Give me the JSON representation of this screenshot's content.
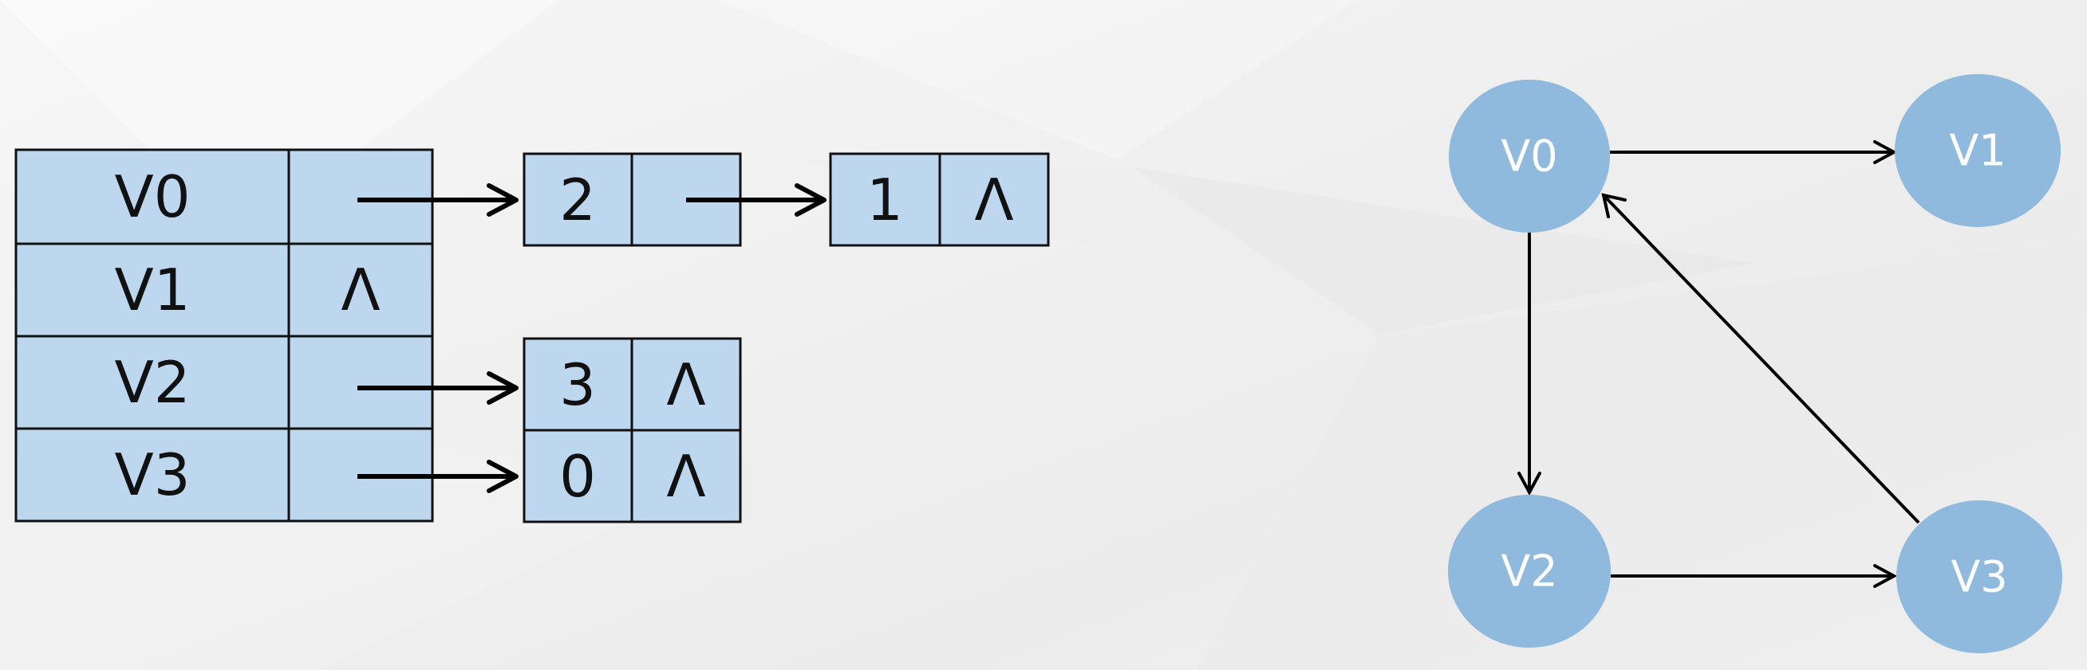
{
  "adjacency_list": {
    "head_nodes": [
      {
        "vertex": "V0",
        "pointer": ""
      },
      {
        "vertex": "V1",
        "pointer": "Λ"
      },
      {
        "vertex": "V2",
        "pointer": ""
      },
      {
        "vertex": "V3",
        "pointer": ""
      }
    ],
    "edge_nodes": {
      "v0_first": {
        "adjvex": "2",
        "next": ""
      },
      "v0_second": {
        "adjvex": "1",
        "next": "Λ"
      },
      "v2_first": {
        "adjvex": "3",
        "next": "Λ"
      },
      "v3_first": {
        "adjvex": "0",
        "next": "Λ"
      }
    }
  },
  "graph": {
    "nodes": [
      "V0",
      "V1",
      "V2",
      "V3"
    ],
    "edges": [
      {
        "from": "V0",
        "to": "V1"
      },
      {
        "from": "V0",
        "to": "V2"
      },
      {
        "from": "V2",
        "to": "V3"
      },
      {
        "from": "V3",
        "to": "V0"
      }
    ]
  },
  "colors": {
    "cell_fill": "#bdd7ee",
    "node_fill": "#8fbadd",
    "line": "#000000"
  }
}
